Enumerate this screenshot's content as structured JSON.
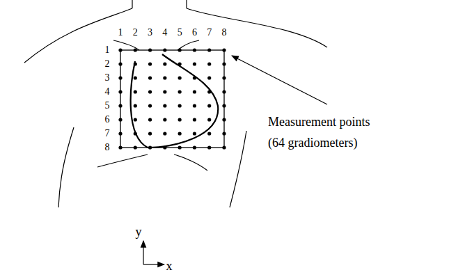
{
  "diagram": {
    "labels": [
      "1",
      "2",
      "3",
      "4",
      "5",
      "6",
      "7",
      "8",
      "1",
      "2",
      "3",
      "4",
      "5",
      "6",
      "7",
      "8",
      "Measurement points",
      "(64 gradiometers)",
      "y",
      "x"
    ]
  }
}
